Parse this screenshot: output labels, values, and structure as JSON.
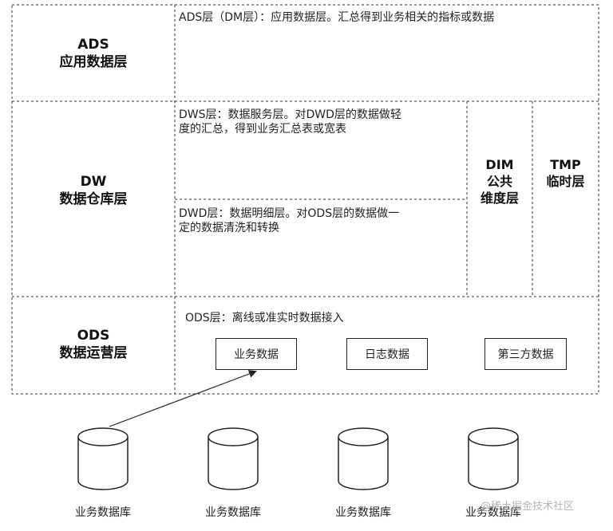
{
  "layers": {
    "ads": {
      "code": "ADS",
      "name": "应用数据层",
      "description": "ADS层（DM层）：应用数据层。汇总得到业务相关的指标或数据"
    },
    "dw": {
      "code": "DW",
      "name": "数据仓库层",
      "dws": {
        "description_line1": "DWS层：数据服务层。对DWD层的数据做轻",
        "description_line2": "度的汇总，得到业务汇总表或宽表"
      },
      "dwd": {
        "description_line1": "DWD层：数据明细层。对ODS层的数据做一",
        "description_line2": "定的数据清洗和转换"
      },
      "dim": {
        "line1": "DIM",
        "line2": "公共",
        "line3": "维度层"
      },
      "tmp": {
        "line1": "TMP",
        "line2": "临时层"
      }
    },
    "ods": {
      "code": "ODS",
      "name": "数据运营层",
      "description": "ODS层：离线或准实时数据接入",
      "sources": [
        "业务数据",
        "日志数据",
        "第三方数据"
      ]
    }
  },
  "databases": [
    "业务数据库",
    "业务数据库",
    "业务数据库",
    "业务数据库"
  ],
  "watermark": "@稀土掘金技术社区",
  "colors": {
    "border": "#222222",
    "background": "#ffffff",
    "watermark": "#b5b5b5"
  }
}
